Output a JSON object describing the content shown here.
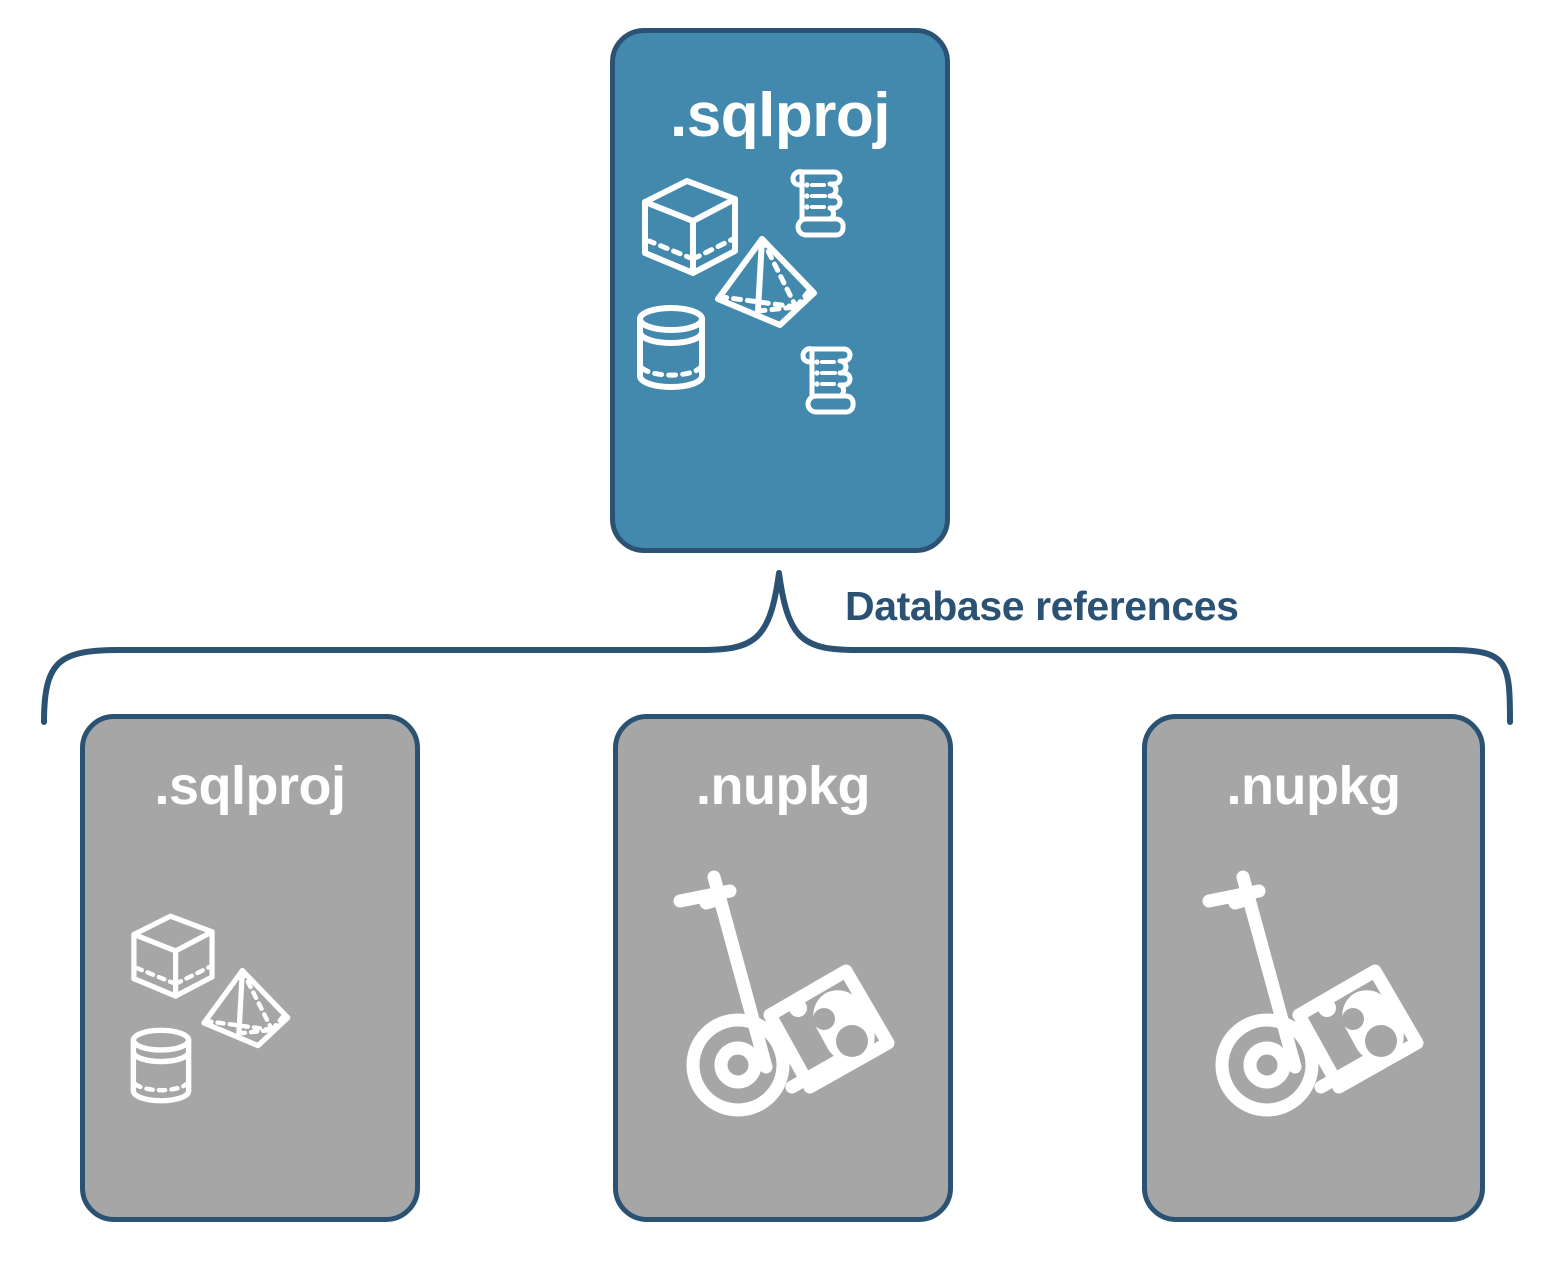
{
  "diagram": {
    "title_text": "Database references",
    "colors": {
      "primary_fill": "#4389ad",
      "secondary_fill": "#a6a6a6",
      "stroke": "#2b5273",
      "label_text": "#ffffff",
      "connector_label_text": "#2b5273",
      "background": "#ffffff"
    },
    "top_node": {
      "label": ".sqlproj",
      "icons": [
        "cube-icon",
        "scroll-icon",
        "pyramid-icon",
        "cylinder-icon",
        "scroll-icon"
      ]
    },
    "connector": {
      "label": "Database references",
      "style": "curly-brace",
      "children_count": 3
    },
    "child_nodes": [
      {
        "label": ".sqlproj",
        "icons": [
          "cube-icon",
          "pyramid-icon",
          "cylinder-icon"
        ]
      },
      {
        "label": ".nupkg",
        "icons": [
          "hand-truck-package-icon"
        ]
      },
      {
        "label": ".nupkg",
        "icons": [
          "hand-truck-package-icon"
        ]
      }
    ]
  }
}
